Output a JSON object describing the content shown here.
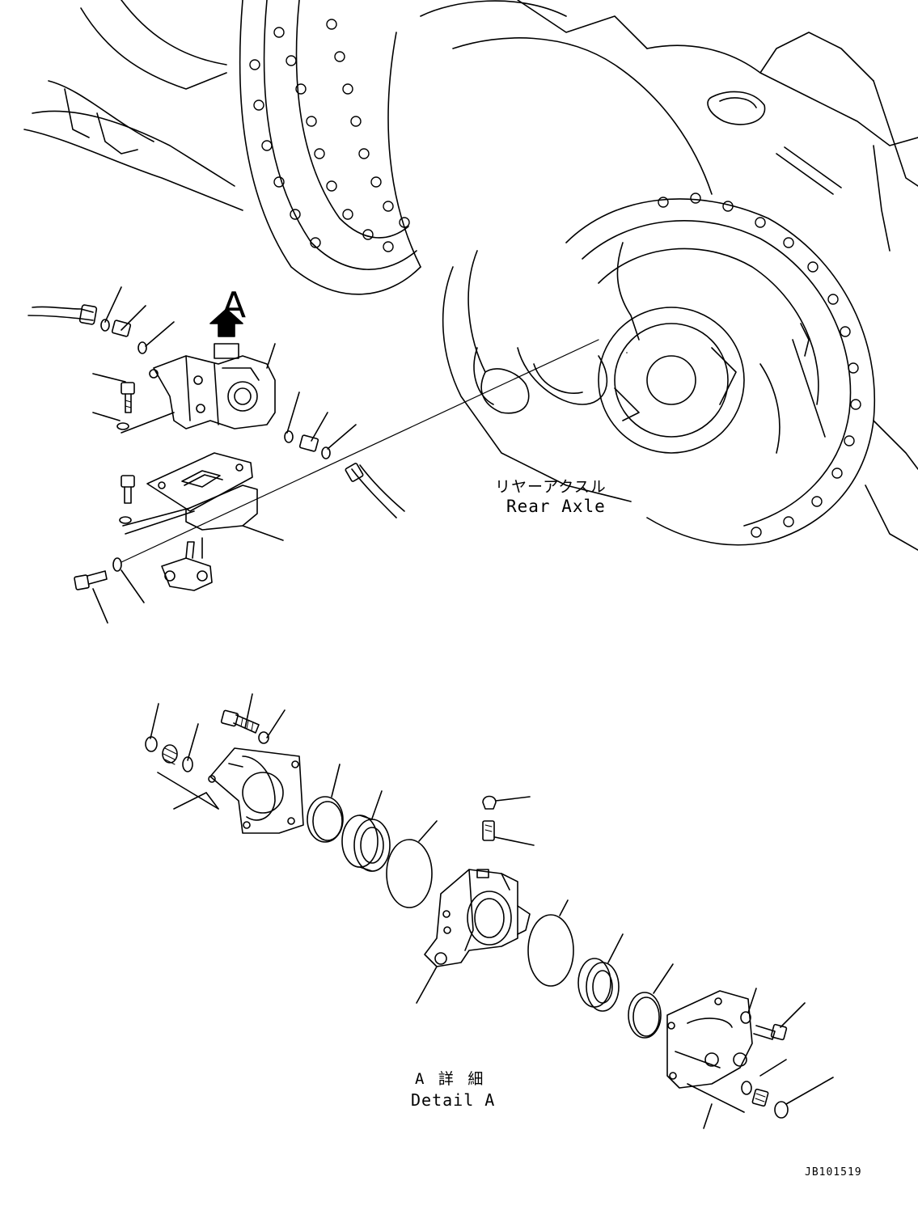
{
  "labels": {
    "rear_axle_jp": "リヤーアクスル",
    "rear_axle_en": "Rear Axle",
    "detail_jp": "A 詳 細",
    "detail_en": "Detail A",
    "callout_letter": "A",
    "drawing_id": "JB101519"
  },
  "colors": {
    "line": "#000000",
    "background": "#ffffff"
  }
}
